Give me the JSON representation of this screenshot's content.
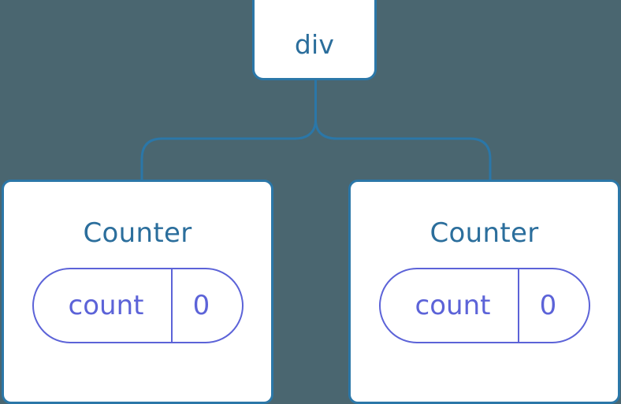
{
  "diagram": {
    "type": "component-tree",
    "background_color": "#4a6670",
    "node_border_color": "#2b77a8",
    "node_title_color": "#2b6e9c",
    "state_color": "#5c63d8",
    "connector_color": "#2b77a8",
    "root": {
      "label": "div"
    },
    "children": [
      {
        "label": "Counter",
        "state": {
          "key": "count",
          "value": "0"
        }
      },
      {
        "label": "Counter",
        "state": {
          "key": "count",
          "value": "0"
        }
      }
    ]
  }
}
